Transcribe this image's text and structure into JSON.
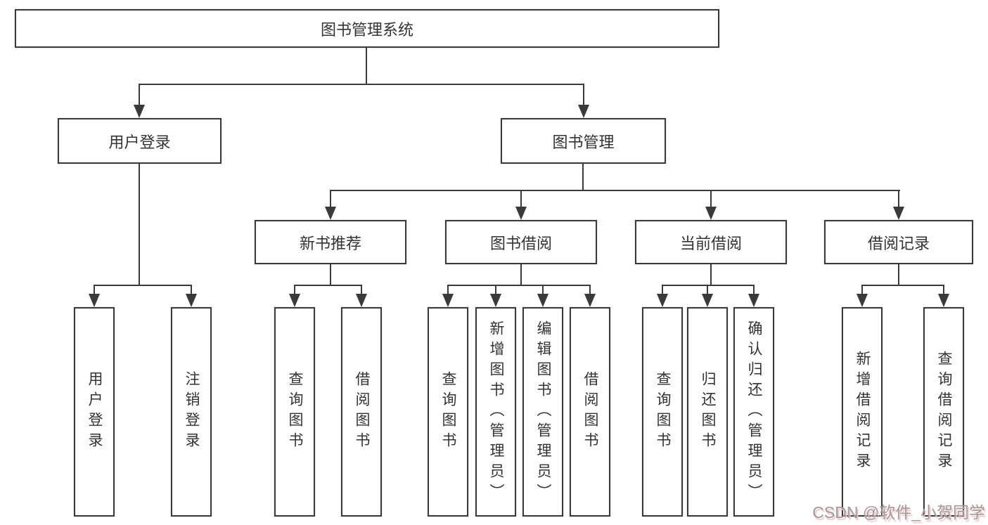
{
  "diagram_title": "图书管理系统",
  "tree": {
    "root": {
      "label": "图书管理系统"
    },
    "level2": [
      {
        "label": "用户登录",
        "children": [
          {
            "label": "用户登录"
          },
          {
            "label": "注销登录"
          }
        ]
      },
      {
        "label": "图书管理",
        "children": [
          {
            "label": "新书推荐",
            "children": [
              {
                "label": "查询图书"
              },
              {
                "label": "借阅图书"
              }
            ]
          },
          {
            "label": "图书借阅",
            "children": [
              {
                "label": "查询图书"
              },
              {
                "label": "新增图书（管理员）"
              },
              {
                "label": "编辑图书（管理员）"
              },
              {
                "label": "借阅图书"
              }
            ]
          },
          {
            "label": "当前借阅",
            "children": [
              {
                "label": "查询图书"
              },
              {
                "label": "归还图书"
              },
              {
                "label": "确认归还（管理员）"
              }
            ]
          },
          {
            "label": "借阅记录",
            "children": [
              {
                "label": "新增借阅记录"
              },
              {
                "label": "查询借阅记录"
              }
            ]
          }
        ]
      }
    ]
  },
  "watermark": {
    "text": "CSDN @软件_小贺同学"
  },
  "colors": {
    "background": "#ffffff",
    "border": "#3a3a3a",
    "line": "#3a3a3a",
    "text": "#333333",
    "watermark": "#9c9c9c",
    "watermark_shadow": "#f6c3ca"
  }
}
